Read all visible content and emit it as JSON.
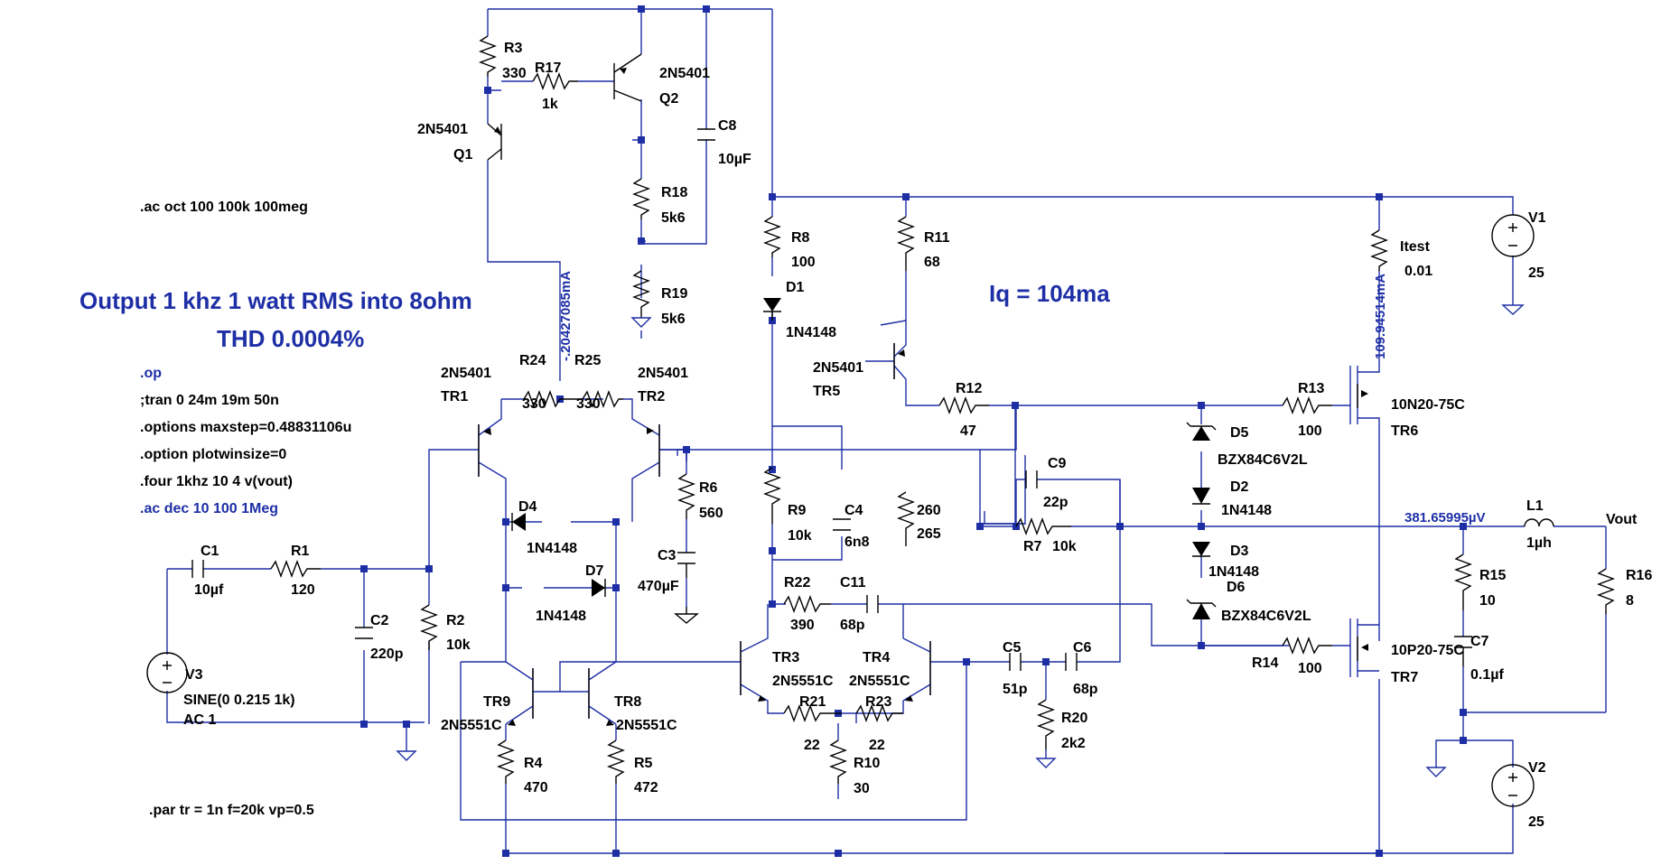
{
  "headline": {
    "line1": "Output 1 khz 1 watt RMS into 8ohm",
    "line2": "THD 0.0004%",
    "iq": "Iq = 104ma"
  },
  "directives": {
    "ac_oct": ".ac oct 100 100k 100meg",
    "op": ".op",
    "tran": ";tran 0 24m 19m 50n",
    "options_maxstep": ".options maxstep=0.48831106u",
    "option_plot": ".option plotwinsize=0",
    "four": ".four 1khz 10 4 v(vout)",
    "ac_dec": ".ac dec 10 100 1Meg",
    "par": ".par tr = 1n f=20k vp=0.5"
  },
  "probes": {
    "current_q": "-.20427085mA",
    "current_tr6": "109.94514mA",
    "voltage_out": "381.65995µV"
  },
  "nets": {
    "vout": "Vout",
    "itest": "Itest",
    "itest_val": "0.01"
  },
  "components": {
    "R1": {
      "name": "R1",
      "value": "120"
    },
    "R2": {
      "name": "R2",
      "value": "10k"
    },
    "R3": {
      "name": "R3",
      "value": "330"
    },
    "R4": {
      "name": "R4",
      "value": "470"
    },
    "R5": {
      "name": "R5",
      "value": "472"
    },
    "R6": {
      "name": "R6",
      "value": "560"
    },
    "R7": {
      "name": "R7",
      "value": "10k"
    },
    "R8": {
      "name": "R8",
      "value": "100"
    },
    "R9": {
      "name": "R9",
      "value": "10k"
    },
    "R10": {
      "name": "R10",
      "value": "30"
    },
    "R11": {
      "name": "R11",
      "value": "68"
    },
    "R12": {
      "name": "R12",
      "value": "47"
    },
    "R13": {
      "name": "R13",
      "value": "100"
    },
    "R14": {
      "name": "R14",
      "value": "100"
    },
    "R15": {
      "name": "R15",
      "value": "10"
    },
    "R16": {
      "name": "R16",
      "value": "8"
    },
    "R17": {
      "name": "R17",
      "value": "1k"
    },
    "R18": {
      "name": "R18",
      "value": "5k6"
    },
    "R19": {
      "name": "R19",
      "value": "5k6"
    },
    "R20": {
      "name": "R20",
      "value": "2k2"
    },
    "R21": {
      "name": "R21",
      "value": "22"
    },
    "R22": {
      "name": "R22",
      "value": "390"
    },
    "R23": {
      "name": "R23",
      "value": "22"
    },
    "R24": {
      "name": "R24",
      "value": "330"
    },
    "R25": {
      "name": "R25",
      "value": "330"
    },
    "R260": {
      "name": "260",
      "value": "265"
    },
    "C1": {
      "name": "C1",
      "value": "10µf"
    },
    "C2": {
      "name": "C2",
      "value": "220p"
    },
    "C3": {
      "name": "C3",
      "value": "470µF"
    },
    "C4": {
      "name": "C4",
      "value": "6n8"
    },
    "C5": {
      "name": "C5",
      "value": "51p"
    },
    "C6": {
      "name": "C6",
      "value": "68p"
    },
    "C7": {
      "name": "C7",
      "value": "0.1µf"
    },
    "C8": {
      "name": "C8",
      "value": "10µF"
    },
    "C9": {
      "name": "C9",
      "value": "22p"
    },
    "C11": {
      "name": "C11",
      "value": "68p"
    },
    "D1": {
      "name": "D1",
      "value": "1N4148"
    },
    "D2": {
      "name": "D2",
      "value": "1N4148"
    },
    "D3": {
      "name": "D3",
      "value": "1N4148"
    },
    "D4": {
      "name": "D4",
      "value": "1N4148"
    },
    "D5": {
      "name": "D5",
      "value": "BZX84C6V2L"
    },
    "D6": {
      "name": "D6",
      "value": "BZX84C6V2L"
    },
    "D7": {
      "name": "D7",
      "value": "1N4148"
    },
    "L1": {
      "name": "L1",
      "value": "1µh"
    },
    "Q1": {
      "name": "Q1",
      "value": "2N5401"
    },
    "Q2": {
      "name": "Q2",
      "value": "2N5401"
    },
    "TR1": {
      "name": "TR1",
      "value": "2N5401"
    },
    "TR2": {
      "name": "TR2",
      "value": "2N5401"
    },
    "TR3": {
      "name": "TR3",
      "value": "2N5551C"
    },
    "TR4": {
      "name": "TR4",
      "value": "2N5551C"
    },
    "TR5": {
      "name": "TR5",
      "value": "2N5401"
    },
    "TR6": {
      "name": "TR6",
      "value": "10N20-75C"
    },
    "TR7": {
      "name": "TR7",
      "value": "10P20-75C"
    },
    "TR8": {
      "name": "TR8",
      "value": "2N5551C"
    },
    "TR9": {
      "name": "TR9",
      "value": "2N5551C"
    },
    "V1": {
      "name": "V1",
      "value": "25"
    },
    "V2": {
      "name": "V2",
      "value": "25"
    },
    "V3": {
      "name": "V3",
      "value": "SINE(0 0.215 1k)",
      "value2": "AC 1"
    }
  }
}
